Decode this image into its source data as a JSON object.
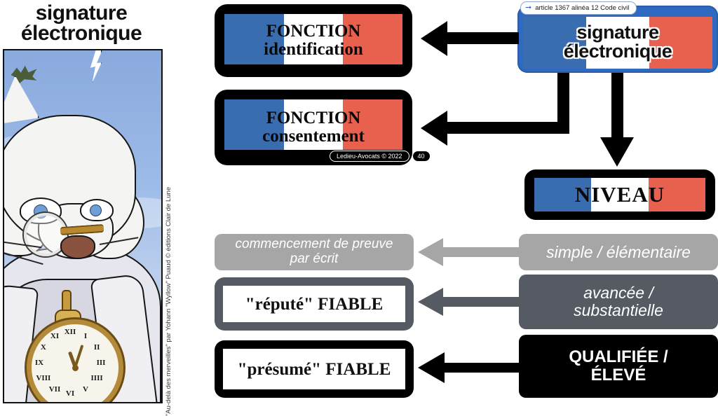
{
  "illustration": {
    "title_line1": "signature",
    "title_line2": "électronique",
    "credit": "\"Au-delà des merveilles\" par Yohann \"Wyllow\" Puaud © éditions Clair de Lune",
    "watch_numerals": [
      "XII",
      "I",
      "II",
      "III",
      "IIII",
      "V",
      "VI",
      "VII",
      "VIII",
      "IX",
      "X",
      "XI"
    ]
  },
  "source_box": {
    "citation": "article 1367 alinéa 12 Code civil",
    "citation_icon": "right-arrow-icon",
    "title_line1": "signature",
    "title_line2": "électronique"
  },
  "functions": [
    {
      "line1": "FONCTION",
      "line2": "identification"
    },
    {
      "line1": "FONCTION",
      "line2": "consentement"
    }
  ],
  "niveau": {
    "label": "NIVEAU"
  },
  "levels": [
    {
      "right": "simple / élémentaire",
      "left": "commencement de preuve par écrit",
      "left_line1": "commencement de preuve",
      "left_line2": "par écrit",
      "color": "#a6a6a6"
    },
    {
      "right_line1": "avancée /",
      "right_line2": "substantielle",
      "left": "\"réputé\" FIABLE",
      "color": "#555a63"
    },
    {
      "right_line1": "QUALIFIÉE /",
      "right_line2": "ÉLEVÉ",
      "left": "\"présumé\" FIABLE",
      "color": "#000000"
    }
  ],
  "footer": {
    "copyright": "Ledieu-Avocats  ©  2022",
    "page_number": "40"
  },
  "palette": {
    "flag_blue": "#3a6cb0",
    "flag_white": "#ffffff",
    "flag_red": "#e8604e",
    "box_blue": "#2f6ac0",
    "gray_light": "#a6a6a6",
    "gray_dark": "#555a63",
    "black": "#000000"
  }
}
